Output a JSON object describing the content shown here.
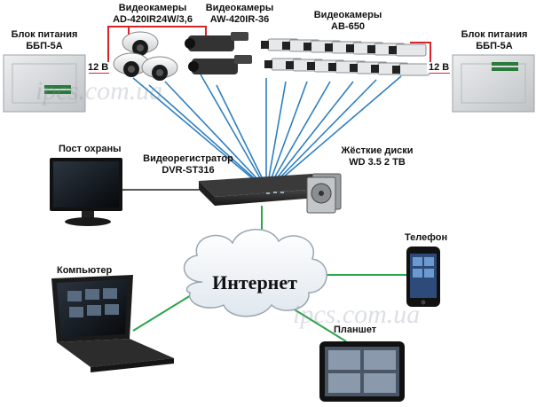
{
  "labels": {
    "psu_left": [
      "Блок питания",
      "ББП-5А"
    ],
    "psu_right": [
      "Блок питания",
      "ББП-5А"
    ],
    "cam_dome": [
      "Видеокамеры",
      "AD-420IR24W/3,6"
    ],
    "cam_bullet": [
      "Видеокамеры",
      "AW-420IR-36"
    ],
    "cam_box": [
      "Видеокамеры",
      "АВ-650"
    ],
    "guard_post": "Пост охраны",
    "dvr": [
      "Видеорегистратор",
      "DVR-ST316"
    ],
    "hdd": [
      "Жёсткие диски",
      "WD 3.5 2 TB"
    ],
    "phone": "Телефон",
    "computer": "Компьютер",
    "tablet": "Планшет",
    "internet": "Интернет",
    "volt_left": "12 В",
    "volt_right": "12 В"
  },
  "watermark": "ipcs.com.ua",
  "colors": {
    "camera_cable": "#2f7fbf",
    "network_cable": "#2ea44a",
    "power_cable": "#d9232a",
    "cloud_fill": "#eef3f7",
    "cloud_stroke": "#9aa6b2",
    "device_dark": "#2a2a2a",
    "psu_box": "#d8dadc"
  }
}
